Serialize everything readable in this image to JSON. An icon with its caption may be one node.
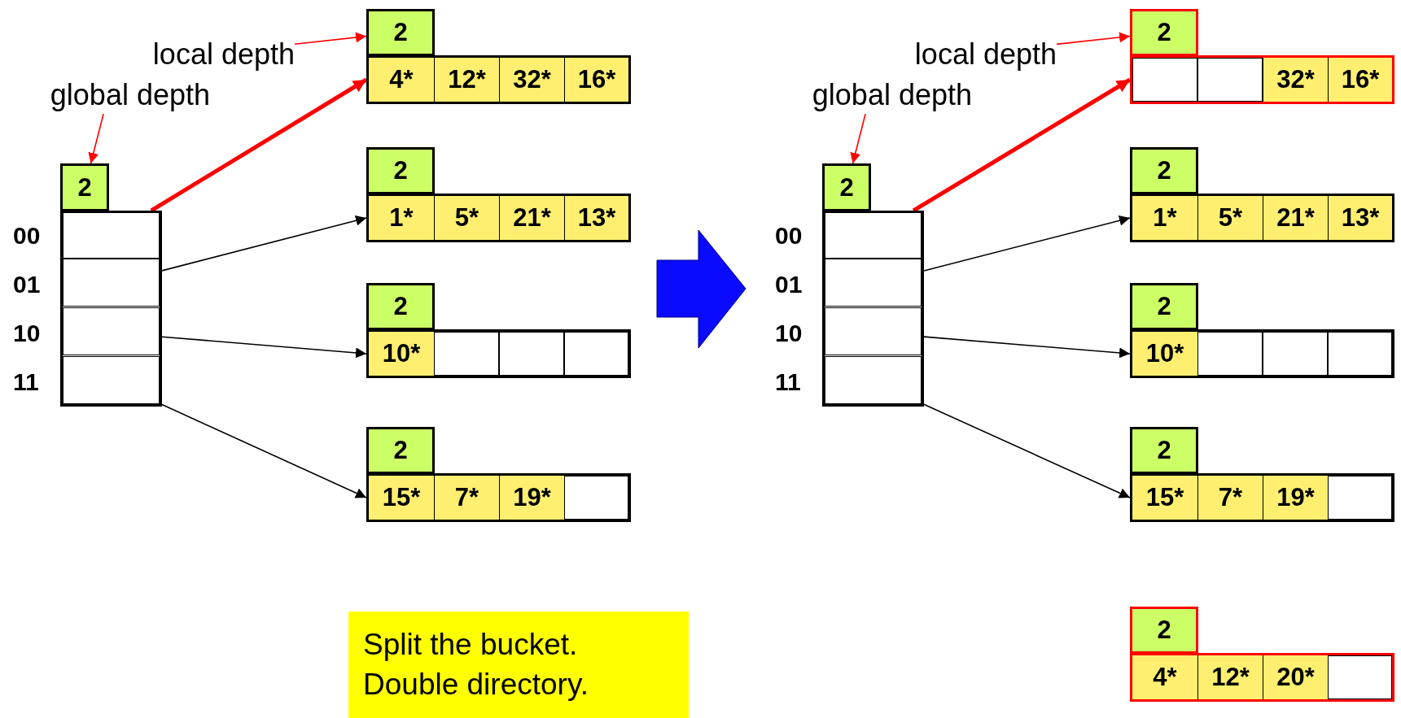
{
  "diagram": {
    "nodes": [
      {
        "text": [
          "local depth"
        ]
      },
      {
        "text": [
          "global depth"
        ]
      },
      {
        "text": [
          "2"
        ]
      },
      {
        "text": [],
        "shape": "box"
      },
      {
        "text": [],
        "shape": "box",
        "in": 3,
        "beside": [
          "00"
        ]
      },
      {
        "text": [],
        "shape": "box",
        "in": 3,
        "beside": [
          "01"
        ]
      },
      {
        "text": [],
        "shape": "box",
        "in": 3,
        "beside": [
          "10"
        ]
      },
      {
        "text": [],
        "shape": "box",
        "in": 3,
        "beside": [
          "11"
        ]
      },
      {
        "text": [
          "2"
        ]
      },
      {
        "text": [],
        "shape": "box"
      },
      {
        "text": [
          "4*"
        ],
        "in": 9
      },
      {
        "text": [
          "12*"
        ],
        "in": 9
      },
      {
        "text": [
          "32*"
        ],
        "in": 9
      },
      {
        "text": [
          "16*"
        ],
        "in": 9
      },
      {
        "text": [
          "2"
        ]
      },
      {
        "text": [],
        "shape": "box"
      },
      {
        "text": [
          "1*"
        ],
        "in": 15
      },
      {
        "text": [
          "5*"
        ],
        "in": 15
      },
      {
        "text": [
          "21*"
        ],
        "in": 15
      },
      {
        "text": [
          "13*"
        ],
        "in": 15
      },
      {
        "text": [
          "2"
        ]
      },
      {
        "text": [],
        "shape": "box"
      },
      {
        "text": [
          "10*"
        ],
        "in": 21
      },
      {
        "text": [],
        "shape": "box",
        "in": 21
      },
      {
        "text": [],
        "shape": "box",
        "in": 21
      },
      {
        "text": [],
        "shape": "box",
        "in": 21
      },
      {
        "text": [
          "2"
        ]
      },
      {
        "text": [],
        "shape": "box"
      },
      {
        "text": [
          "15*"
        ],
        "in": 27
      },
      {
        "text": [
          "7*"
        ],
        "in": 27
      },
      {
        "text": [
          "19*"
        ],
        "in": 27
      },
      {
        "text": [],
        "shape": "box",
        "in": 27
      },
      {
        "text": [
          "local depth"
        ]
      },
      {
        "text": [
          "global depth"
        ]
      },
      {
        "text": [
          "2"
        ]
      },
      {
        "text": [],
        "shape": "box"
      },
      {
        "text": [],
        "shape": "box",
        "in": 35,
        "beside": [
          "00"
        ]
      },
      {
        "text": [],
        "shape": "box",
        "in": 35,
        "beside": [
          "01"
        ]
      },
      {
        "text": [],
        "shape": "box",
        "in": 35,
        "beside": [
          "10"
        ]
      },
      {
        "text": [],
        "shape": "box",
        "in": 35,
        "beside": [
          "11"
        ]
      },
      {
        "text": [
          "2"
        ]
      },
      {
        "text": [],
        "shape": "box"
      },
      {
        "text": [],
        "shape": "box",
        "in": 41
      },
      {
        "text": [],
        "shape": "box",
        "in": 41
      },
      {
        "text": [
          "32*"
        ],
        "in": 41
      },
      {
        "text": [
          "16*"
        ],
        "in": 41
      },
      {
        "text": [
          "2"
        ]
      },
      {
        "text": [],
        "shape": "box"
      },
      {
        "text": [
          "1*"
        ],
        "in": 47
      },
      {
        "text": [
          "5*"
        ],
        "in": 47
      },
      {
        "text": [
          "21*"
        ],
        "in": 47
      },
      {
        "text": [
          "13*"
        ],
        "in": 47
      },
      {
        "text": [
          "2"
        ]
      },
      {
        "text": [],
        "shape": "box"
      },
      {
        "text": [
          "10*"
        ],
        "in": 53
      },
      {
        "text": [],
        "shape": "box",
        "in": 53
      },
      {
        "text": [],
        "shape": "box",
        "in": 53
      },
      {
        "text": [],
        "shape": "box",
        "in": 53
      },
      {
        "text": [
          "2"
        ]
      },
      {
        "text": [],
        "shape": "box"
      },
      {
        "text": [
          "15*"
        ],
        "in": 59
      },
      {
        "text": [
          "7*"
        ],
        "in": 59
      },
      {
        "text": [
          "19*"
        ],
        "in": 59
      },
      {
        "text": [],
        "shape": "box",
        "in": 59
      },
      {
        "text": [
          "2"
        ]
      },
      {
        "text": [],
        "shape": "box"
      },
      {
        "text": [
          "4*"
        ],
        "in": 65
      },
      {
        "text": [
          "12*"
        ],
        "in": 65
      },
      {
        "text": [
          "20*"
        ],
        "in": 65
      },
      {
        "text": [],
        "shape": "box",
        "in": 65
      },
      {
        "text": [
          "Split the bucket. Double directory."
        ]
      }
    ],
    "edges": [
      {
        "from": 0,
        "to": 8,
        "arrow": "to",
        "color": "#ff0000"
      },
      {
        "from": 1,
        "to": 2,
        "arrow": "to",
        "color": "#ff0000"
      },
      {
        "from": 4,
        "to": 9,
        "arrow": "to",
        "style": "thick",
        "color": "#ff0000"
      },
      {
        "from": 5,
        "to": 15,
        "arrow": "to",
        "color": "#000000"
      },
      {
        "from": 6,
        "to": 21,
        "arrow": "to",
        "color": "#000000"
      },
      {
        "from": 7,
        "to": 27,
        "arrow": "to",
        "color": "#000000"
      },
      {
        "from": 32,
        "to": 40,
        "arrow": "to",
        "color": "#ff0000"
      },
      {
        "from": 33,
        "to": 34,
        "arrow": "to",
        "color": "#ff0000"
      },
      {
        "from": 36,
        "to": 41,
        "arrow": "to",
        "style": "thick",
        "color": "#ff0000"
      },
      {
        "from": 37,
        "to": 47,
        "arrow": "to",
        "color": "#000000"
      },
      {
        "from": 38,
        "to": 53,
        "arrow": "to",
        "color": "#000000"
      },
      {
        "from": 39,
        "to": 59,
        "arrow": "to",
        "color": "#000000"
      }
    ]
  }
}
